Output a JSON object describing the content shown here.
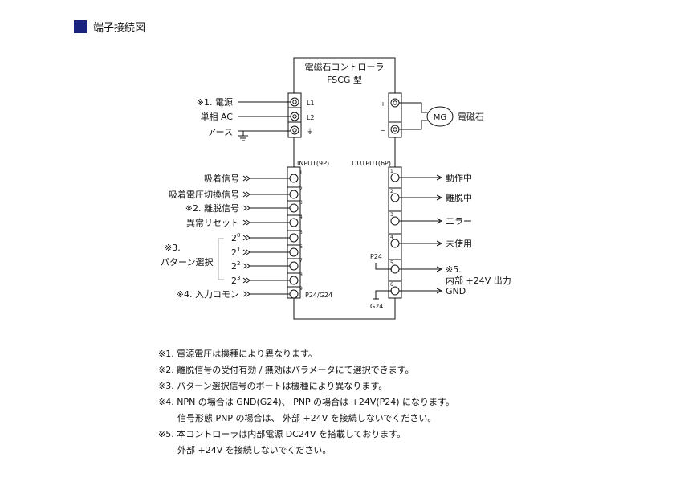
{
  "section_title": "端子接続図",
  "controller": {
    "title": "電磁石コントローラ",
    "model": "FSCG 型",
    "input_header": "INPUT(9P)",
    "output_header": "OUTPUT(6P)"
  },
  "power": [
    {
      "label": "※1. 電源",
      "terminal": "L1"
    },
    {
      "label": "単相 AC",
      "terminal": "L2"
    },
    {
      "label": "アース",
      "terminal": "⏚"
    }
  ],
  "magnet": {
    "symbol": "MG",
    "label": "電磁石",
    "plus": "+",
    "minus": "−"
  },
  "inputs": [
    {
      "num": "1",
      "label": "吸着信号"
    },
    {
      "num": "2",
      "label": "吸着電圧切換信号"
    },
    {
      "num": "3",
      "label": "※2. 離脱信号"
    },
    {
      "num": "4",
      "label": "異常リセット"
    },
    {
      "num": "5",
      "label": "2",
      "sup": "0"
    },
    {
      "num": "6",
      "label": "2",
      "sup": "1"
    },
    {
      "num": "7",
      "label": "2",
      "sup": "2"
    },
    {
      "num": "8",
      "label": "2",
      "sup": "3"
    },
    {
      "num": "9",
      "label": "※4. 入力コモン",
      "terminal_label": "P24/G24"
    }
  ],
  "pattern_group": {
    "line1": "※3.",
    "line2": "パターン選択"
  },
  "outputs": [
    {
      "num": "1",
      "label": "動作中"
    },
    {
      "num": "2",
      "label": "離脱中"
    },
    {
      "num": "3",
      "label": "エラー"
    },
    {
      "num": "4",
      "label": "未使用"
    },
    {
      "num": "5",
      "label": "※5.",
      "label2": "内部 +24V 出力",
      "tag": "P24"
    },
    {
      "num": "6",
      "label": "GND",
      "tag": "G24"
    }
  ],
  "notes": [
    "※1. 電源電圧は機種により異なります。",
    "※2. 離脱信号の受付有効 / 無効はパラメータにて選択できます。",
    "※3. パターン選択信号のポートは機種により異なります。",
    "※4. NPN の場合は GND(G24)、 PNP の場合は +24V(P24) になります。",
    "信号形態 PNP の場合は、 外部 +24V を接続しないでください。",
    "※5. 本コントローラは内部電源 DC24V を搭載しております。",
    "外部 +24V を接続しないでください。"
  ],
  "colors": {
    "title_square": "#1a237e",
    "line": "#111111"
  }
}
